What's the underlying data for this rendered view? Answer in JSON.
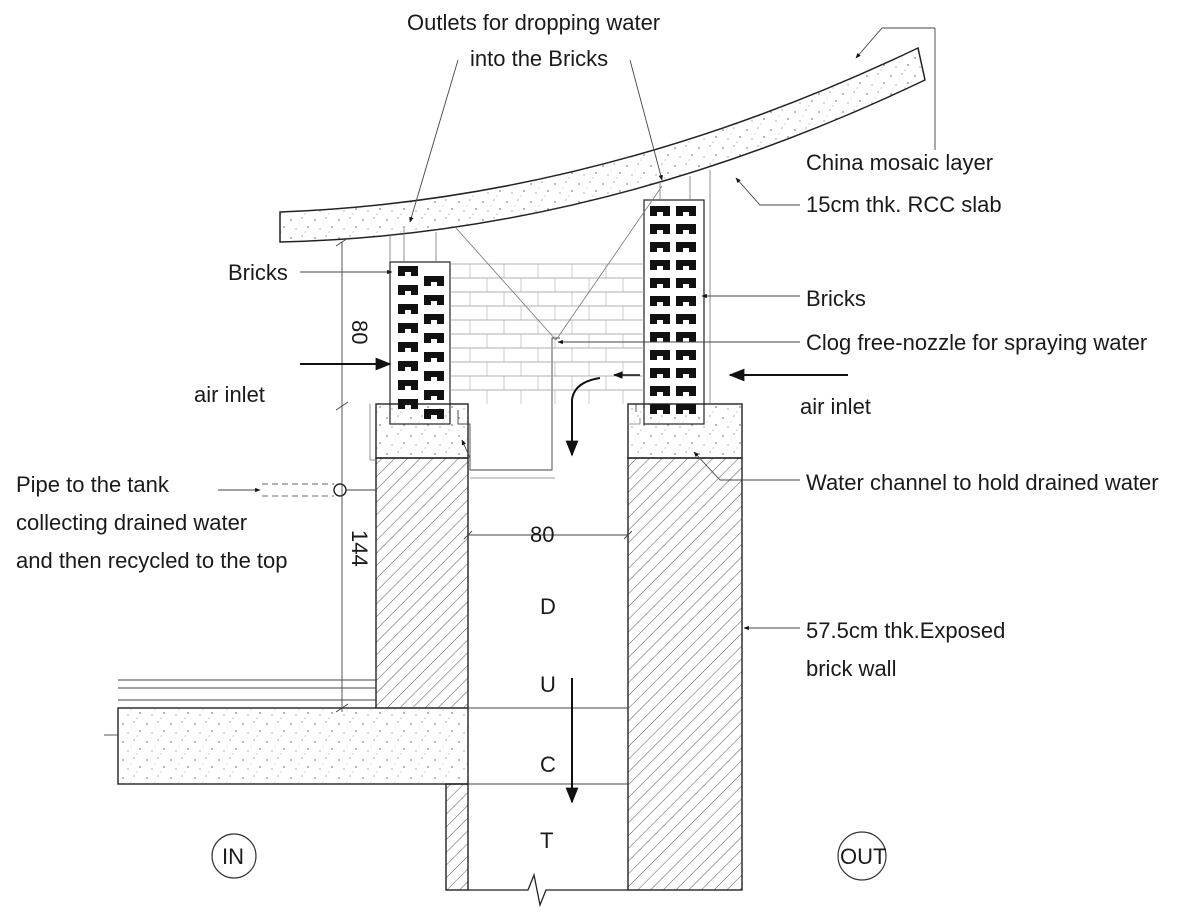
{
  "labels": {
    "outlets_line1": "Outlets for dropping water",
    "outlets_line2": "into the Bricks",
    "china_mosaic": "China mosaic layer",
    "rcc_slab": "15cm thk. RCC slab",
    "bricks_left": "Bricks",
    "bricks_right": "Bricks",
    "nozzle": "Clog free-nozzle for spraying water",
    "air_inlet_left": "air inlet",
    "air_inlet_right": "air inlet",
    "water_channel": "Water channel to hold drained water",
    "pipe_line1": "Pipe to the tank",
    "pipe_line2": "collecting drained water",
    "pipe_line3": "and then recycled to the top",
    "wall_line1": "57.5cm thk.Exposed",
    "wall_line2": "brick wall",
    "duct_d": "D",
    "duct_u": "U",
    "duct_c": "C",
    "duct_t": "T",
    "in_label": "IN",
    "out_label": "OUT"
  },
  "dimensions": {
    "brick_height": "80",
    "duct_width": "80",
    "wall_height": "144"
  },
  "colors": {
    "line": "#222222",
    "brick": "#111111",
    "hatch": "#555555",
    "speckle": "#888888"
  }
}
